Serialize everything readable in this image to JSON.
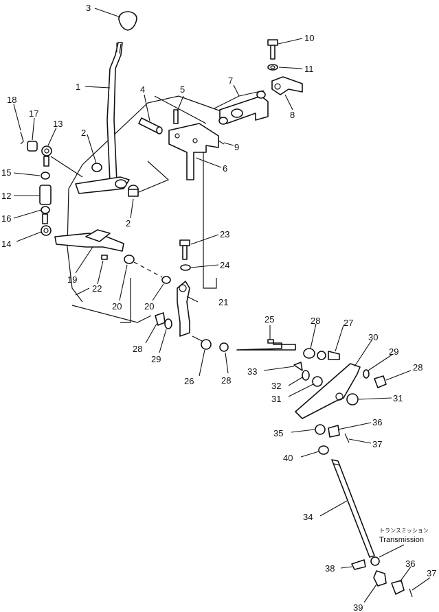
{
  "callouts": [
    {
      "label": "1"
    },
    {
      "label": "2"
    },
    {
      "label": "2"
    },
    {
      "label": "3"
    },
    {
      "label": "4"
    },
    {
      "label": "5"
    },
    {
      "label": "6"
    },
    {
      "label": "7"
    },
    {
      "label": "8"
    },
    {
      "label": "9"
    },
    {
      "label": "10"
    },
    {
      "label": "11"
    },
    {
      "label": "12"
    },
    {
      "label": "13"
    },
    {
      "label": "14"
    },
    {
      "label": "15"
    },
    {
      "label": "16"
    },
    {
      "label": "17"
    },
    {
      "label": "18"
    },
    {
      "label": "19"
    },
    {
      "label": "20"
    },
    {
      "label": "20"
    },
    {
      "label": "21"
    },
    {
      "label": "22"
    },
    {
      "label": "23"
    },
    {
      "label": "24"
    },
    {
      "label": "25"
    },
    {
      "label": "26"
    },
    {
      "label": "27"
    },
    {
      "label": "28"
    },
    {
      "label": "28"
    },
    {
      "label": "28"
    },
    {
      "label": "28"
    },
    {
      "label": "29"
    },
    {
      "label": "29"
    },
    {
      "label": "30"
    },
    {
      "label": "31"
    },
    {
      "label": "31"
    },
    {
      "label": "32"
    },
    {
      "label": "33"
    },
    {
      "label": "34"
    },
    {
      "label": "35"
    },
    {
      "label": "36"
    },
    {
      "label": "36"
    },
    {
      "label": "37"
    },
    {
      "label": "37"
    },
    {
      "label": "38"
    },
    {
      "label": "39"
    },
    {
      "label": "40"
    }
  ],
  "annotation": {
    "jp": "トランスミッション",
    "en": "Transmission"
  }
}
